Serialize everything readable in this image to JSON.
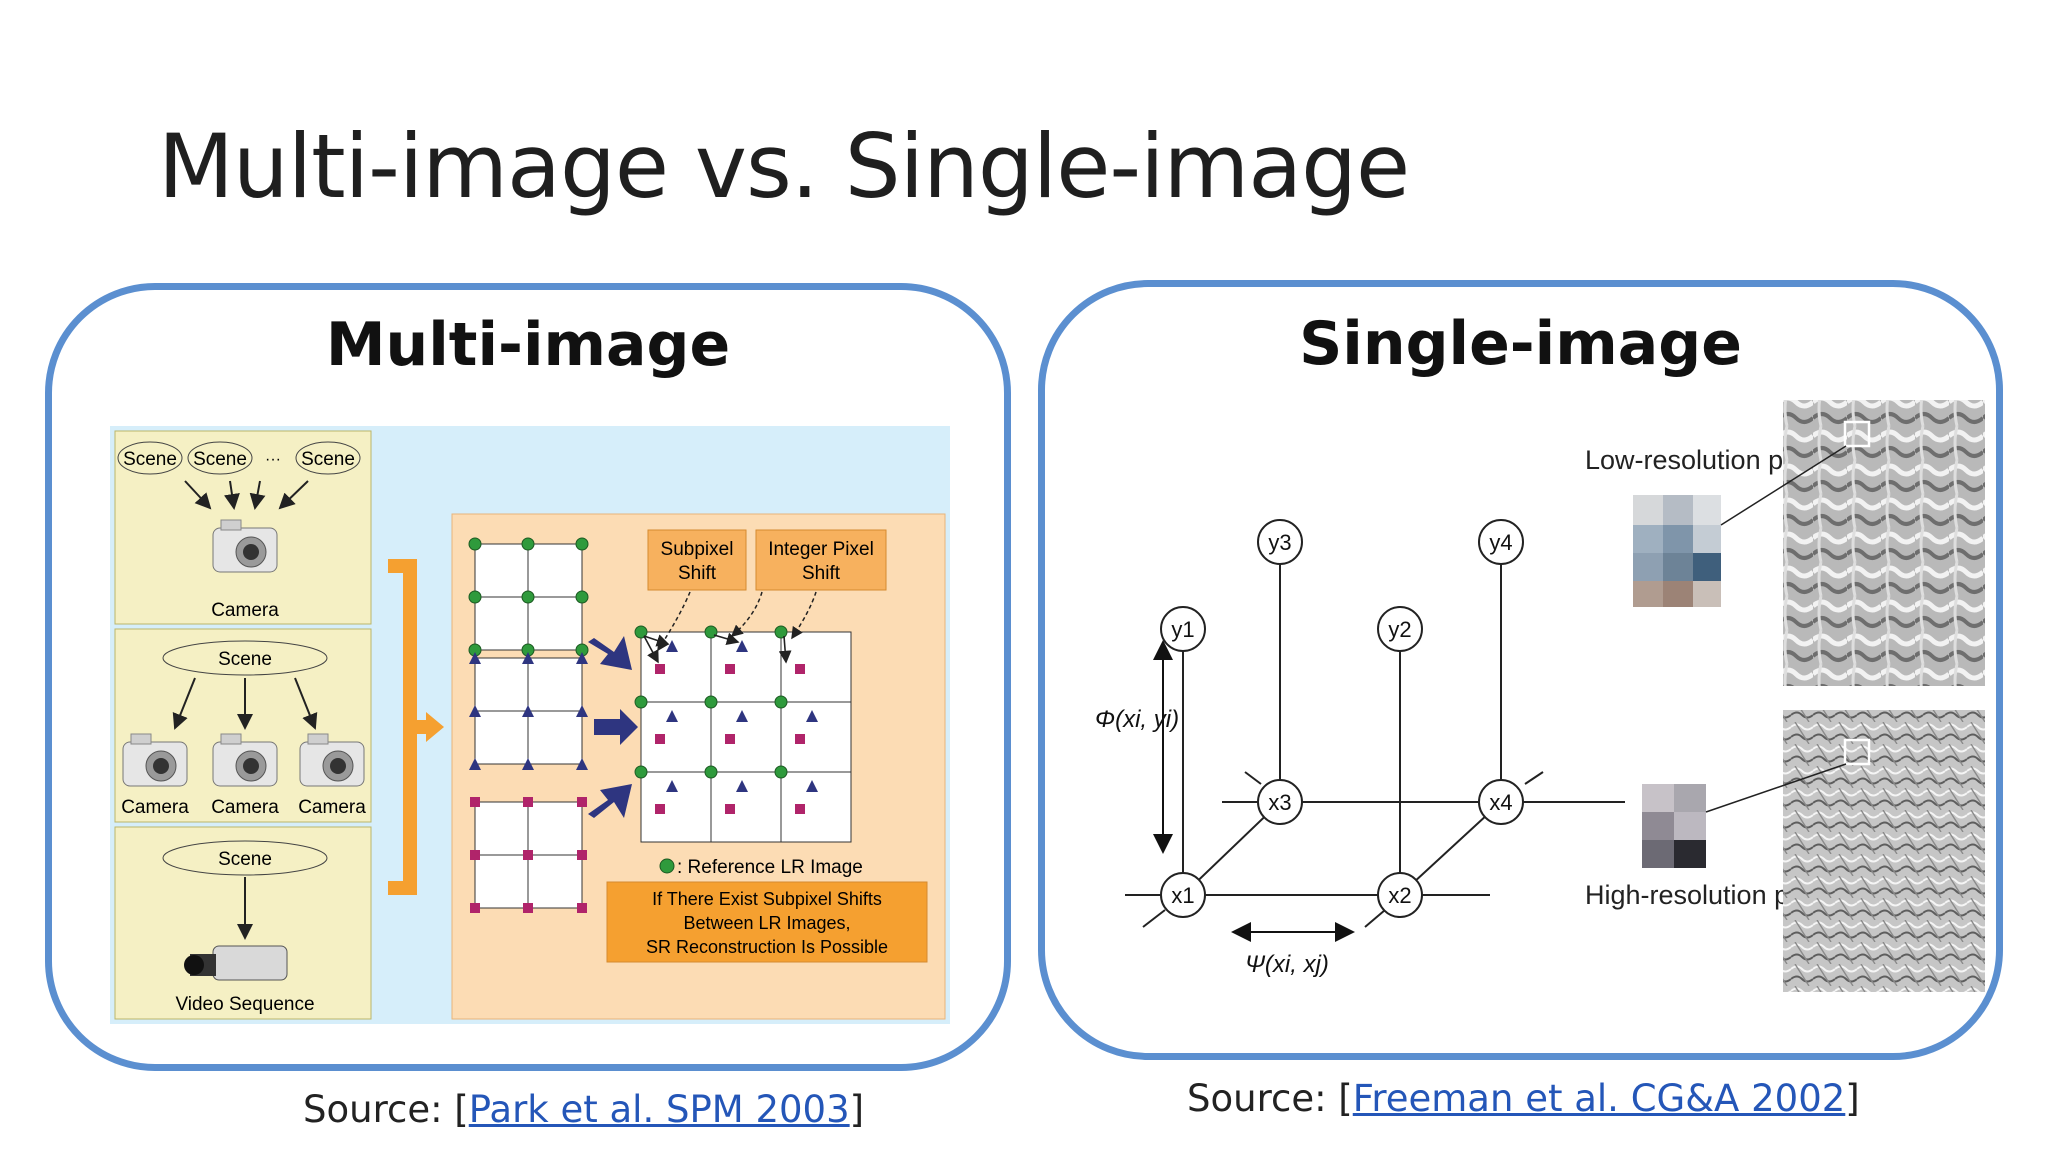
{
  "slide": {
    "title": "Multi-image vs. Single-image"
  },
  "multi": {
    "heading": "Multi-image",
    "scene_label": "Scene",
    "ellipsis": "···",
    "camera_label": "Camera",
    "video_label": "Video Sequence",
    "subpixel_shift": [
      "Subpixel",
      "Shift"
    ],
    "integer_shift": [
      "Integer Pixel",
      "Shift"
    ],
    "reference_legend": ": Reference LR Image",
    "conclusion": [
      "If There Exist Subpixel Shifts",
      "Between LR Images,",
      "SR Reconstruction Is Possible"
    ],
    "source_prefix": "Source: [",
    "source_link": "Park et al. SPM 2003",
    "source_suffix": "]"
  },
  "single": {
    "heading": "Single-image",
    "nodes_y": [
      "y1",
      "y2",
      "y3",
      "y4"
    ],
    "nodes_x": [
      "x1",
      "x2",
      "x3",
      "x4"
    ],
    "phi_label": "Φ(xi, yi)",
    "psi_label": "Ψ(xi, xj)",
    "low_res_label": "Low-resolution patches",
    "high_res_label": "High-resolution patches",
    "source_prefix": "Source: [",
    "source_link": "Freeman et al. CG&A 2002",
    "source_suffix": "]"
  },
  "colors": {
    "panel_border": "#5b8fd0",
    "link": "#2456b8",
    "diagram_bg": "#d6eefa",
    "orange": "#f5a030"
  }
}
